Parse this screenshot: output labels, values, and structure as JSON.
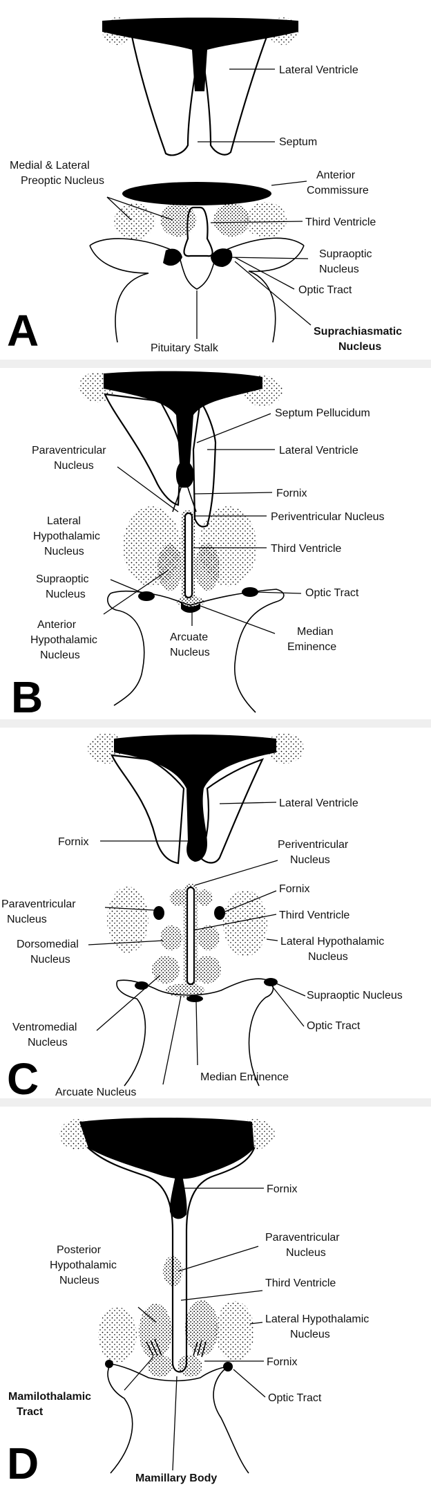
{
  "panels": {
    "A": {
      "letter": "A",
      "labels": {
        "lateral_ventricle": "Lateral Ventricle",
        "septum": "Septum",
        "preoptic_1": "Medial & Lateral",
        "preoptic_2": "Preoptic Nucleus",
        "anterior_commissure_1": "Anterior",
        "anterior_commissure_2": "Commissure",
        "third_ventricle": "Third Ventricle",
        "supraoptic_1": "Supraoptic",
        "supraoptic_2": "Nucleus",
        "optic_tract": "Optic Tract",
        "pituitary_stalk": "Pituitary Stalk",
        "suprachiasmatic_1": "Suprachiasmatic",
        "suprachiasmatic_2": "Nucleus"
      }
    },
    "B": {
      "letter": "B",
      "labels": {
        "septum_pellucidum": "Septum Pellucidum",
        "paraventricular_1": "Paraventricular",
        "paraventricular_2": "Nucleus",
        "lateral_ventricle": "Lateral Ventricle",
        "fornix": "Fornix",
        "lateral_hypothalamic_1": "Lateral",
        "lateral_hypothalamic_2": "Hypothalamic",
        "lateral_hypothalamic_3": "Nucleus",
        "periventricular": "Periventricular Nucleus",
        "third_ventricle": "Third Ventricle",
        "supraoptic_1": "Supraoptic",
        "supraoptic_2": "Nucleus",
        "optic_tract": "Optic Tract",
        "anterior_hypothalamic_1": "Anterior",
        "anterior_hypothalamic_2": "Hypothalamic",
        "anterior_hypothalamic_3": "Nucleus",
        "arcuate_1": "Arcuate",
        "arcuate_2": "Nucleus",
        "median_eminence_1": "Median",
        "median_eminence_2": "Eminence"
      }
    },
    "C": {
      "letter": "C",
      "labels": {
        "lateral_ventricle": "Lateral Ventricle",
        "fornix_left": "Fornix",
        "periventricular_1": "Periventricular",
        "periventricular_2": "Nucleus",
        "paraventricular_1": "Paraventricular",
        "paraventricular_2": "Nucleus",
        "fornix_right": "Fornix",
        "third_ventricle": "Third Ventricle",
        "dorsomedial_1": "Dorsomedial",
        "dorsomedial_2": "Nucleus",
        "lateral_hypothalamic_1": "Lateral Hypothalamic",
        "lateral_hypothalamic_2": "Nucleus",
        "supraoptic": "Supraoptic Nucleus",
        "ventromedial_1": "Ventromedial",
        "ventromedial_2": "Nucleus",
        "optic_tract": "Optic Tract",
        "median_eminence": "Median Eminence",
        "arcuate": "Arcuate Nucleus"
      }
    },
    "D": {
      "letter": "D",
      "labels": {
        "fornix_top": "Fornix",
        "paraventricular_1": "Paraventricular",
        "paraventricular_2": "Nucleus",
        "posterior_hypothalamic_1": "Posterior",
        "posterior_hypothalamic_2": "Hypothalamic",
        "posterior_hypothalamic_3": "Nucleus",
        "third_ventricle": "Third Ventricle",
        "lateral_hypothalamic_1": "Lateral Hypothalamic",
        "lateral_hypothalamic_2": "Nucleus",
        "fornix_bottom": "Fornix",
        "mamillothalamic_1": "Mamilothalamic",
        "mamillothalamic_2": "Tract",
        "optic_tract": "Optic Tract",
        "mamillary_body": "Mamillary Body"
      }
    }
  }
}
